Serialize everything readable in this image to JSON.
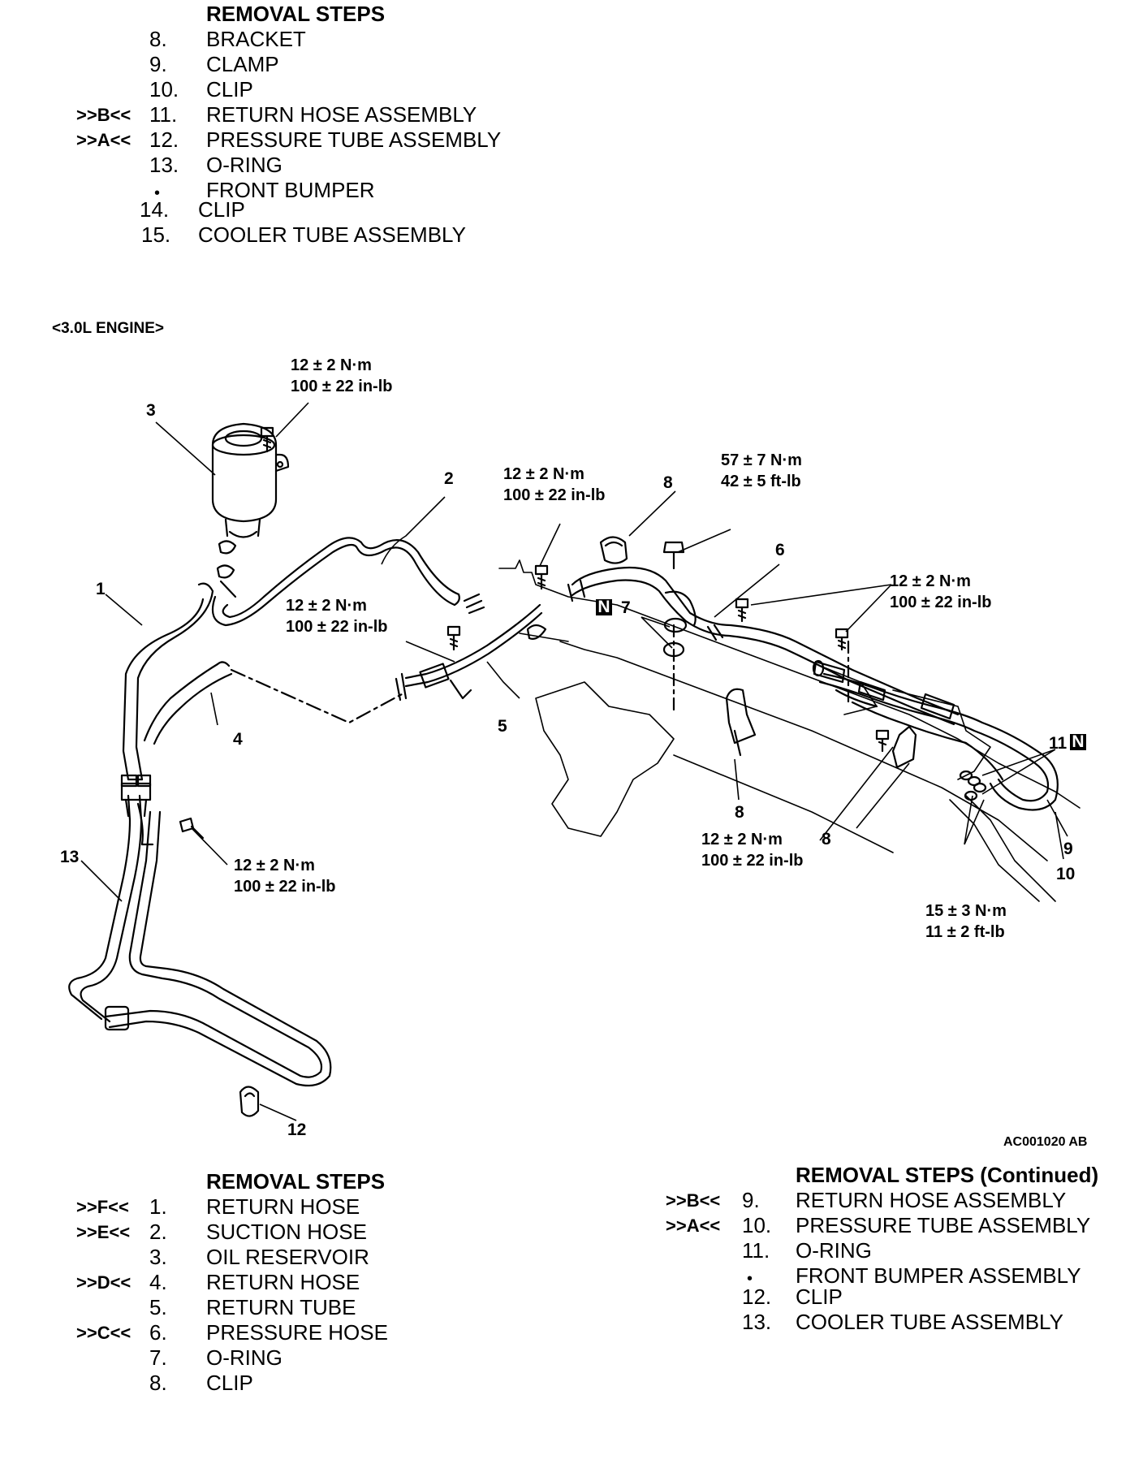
{
  "top_steps": {
    "header": "REMOVAL STEPS",
    "rows": [
      {
        "marker": "",
        "num": "8.",
        "label": "BRACKET"
      },
      {
        "marker": "",
        "num": "9.",
        "label": "CLAMP"
      },
      {
        "marker": "",
        "num": "10.",
        "label": "CLIP"
      },
      {
        "marker": ">>B<<",
        "num": "11.",
        "label": "RETURN HOSE ASSEMBLY"
      },
      {
        "marker": ">>A<<",
        "num": "12.",
        "label": "PRESSURE TUBE ASSEMBLY"
      },
      {
        "marker": "",
        "num": "13.",
        "label": "O-RING"
      },
      {
        "marker": "",
        "num": "•",
        "label": "FRONT BUMPER"
      },
      {
        "marker": "",
        "num": "14.",
        "label": "CLIP"
      },
      {
        "marker": "",
        "num": "15.",
        "label": "COOLER TUBE ASSEMBLY"
      }
    ]
  },
  "engine_label": "<3.0L ENGINE>",
  "figure_code": "AC001020 AB",
  "callouts": {
    "t1": {
      "a": "12 ± 2 N·m",
      "b": "100 ± 22 in-lb"
    },
    "t2": {
      "a": "12 ± 2 N·m",
      "b": "100 ± 22 in-lb"
    },
    "t3": {
      "a": "12 ± 2 N·m",
      "b": "100 ± 22 in-lb"
    },
    "t4": {
      "a": "57 ± 7 N·m",
      "b": "42 ± 5 ft-lb"
    },
    "t5": {
      "a": "12 ± 2 N·m",
      "b": "100 ± 22 in-lb"
    },
    "t6": {
      "a": "12 ± 2 N·m",
      "b": "100 ± 22 in-lb"
    },
    "t7": {
      "a": "12 ± 2 N·m",
      "b": "100 ± 22 in-lb"
    },
    "t8": {
      "a": "15 ± 3 N·m",
      "b": "11 ± 2 ft-lb"
    }
  },
  "part_numbers": {
    "p1": "1",
    "p2": "2",
    "p3": "3",
    "p4": "4",
    "p5": "5",
    "p6": "6",
    "p7": "7",
    "p8a": "8",
    "p8b": "8",
    "p8c": "8",
    "p9": "9",
    "p10": "10",
    "p11": "11",
    "p12": "12",
    "p13": "13",
    "n_badge": "N"
  },
  "bottom_left_steps": {
    "header": "REMOVAL STEPS",
    "rows": [
      {
        "marker": ">>F<<",
        "num": "1.",
        "label": "RETURN HOSE"
      },
      {
        "marker": ">>E<<",
        "num": "2.",
        "label": "SUCTION HOSE"
      },
      {
        "marker": "",
        "num": "3.",
        "label": "OIL RESERVOIR"
      },
      {
        "marker": ">>D<<",
        "num": "4.",
        "label": "RETURN HOSE"
      },
      {
        "marker": "",
        "num": "5.",
        "label": "RETURN TUBE"
      },
      {
        "marker": ">>C<<",
        "num": "6.",
        "label": "PRESSURE HOSE"
      },
      {
        "marker": "",
        "num": "7.",
        "label": "O-RING"
      },
      {
        "marker": "",
        "num": "8.",
        "label": "CLIP"
      }
    ]
  },
  "bottom_right_steps": {
    "header": "REMOVAL STEPS (Continued)",
    "rows": [
      {
        "marker": ">>B<<",
        "num": "9.",
        "label": "RETURN HOSE ASSEMBLY"
      },
      {
        "marker": ">>A<<",
        "num": "10.",
        "label": "PRESSURE TUBE ASSEMBLY"
      },
      {
        "marker": "",
        "num": "11.",
        "label": "O-RING"
      },
      {
        "marker": "",
        "num": "•",
        "label": "FRONT BUMPER ASSEMBLY"
      },
      {
        "marker": "",
        "num": "12.",
        "label": "CLIP"
      },
      {
        "marker": "",
        "num": "13.",
        "label": "COOLER TUBE ASSEMBLY"
      }
    ]
  }
}
